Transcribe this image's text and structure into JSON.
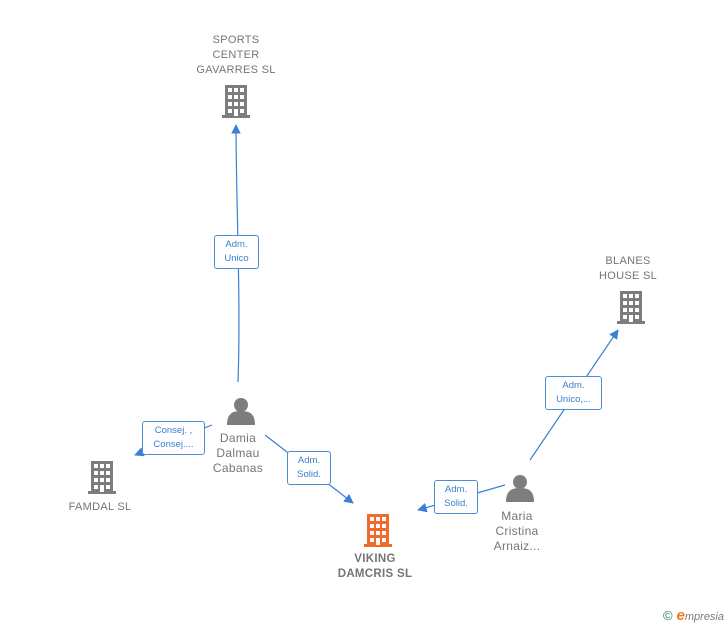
{
  "colors": {
    "edge": "#3a7fd5",
    "company": "#7d7d7d",
    "focus_company": "#f26a2a",
    "person": "#7d7d7d"
  },
  "nodes": {
    "sports_center": {
      "label": "SPORTS\nCENTER\nGAVARRES  SL",
      "icon": "building-icon"
    },
    "blanes_house": {
      "label": "BLANES\nHOUSE  SL",
      "icon": "building-icon"
    },
    "famdal": {
      "label": "FAMDAL  SL",
      "icon": "building-icon"
    },
    "viking": {
      "label": "VIKING\nDAMCRIS  SL",
      "icon": "building-icon"
    },
    "damia": {
      "label": "Damia\nDalmau\nCabanas",
      "icon": "person-icon"
    },
    "maria": {
      "label": "Maria\nCristina\nArnaiz...",
      "icon": "person-icon"
    }
  },
  "edges": {
    "damia_sports": {
      "label": "Adm.\nUnico"
    },
    "damia_famdal": {
      "label": "Consej. ,\nConsej...."
    },
    "damia_viking": {
      "label": "Adm.\nSolid."
    },
    "maria_viking": {
      "label": "Adm.\nSolid."
    },
    "maria_blanes": {
      "label": "Adm.\nUnico,..."
    }
  },
  "brand": {
    "copyright": "©",
    "initial": "e",
    "name": "mpresia"
  }
}
